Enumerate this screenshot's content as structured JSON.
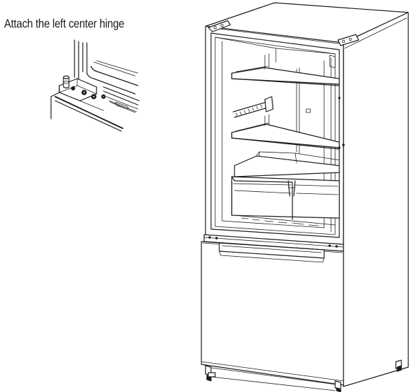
{
  "caption": "Attach the left center hinge",
  "colors": {
    "line": "#1a1a1a",
    "background": "#ffffff"
  },
  "icons": [
    "hinge-detail",
    "refrigerator"
  ]
}
